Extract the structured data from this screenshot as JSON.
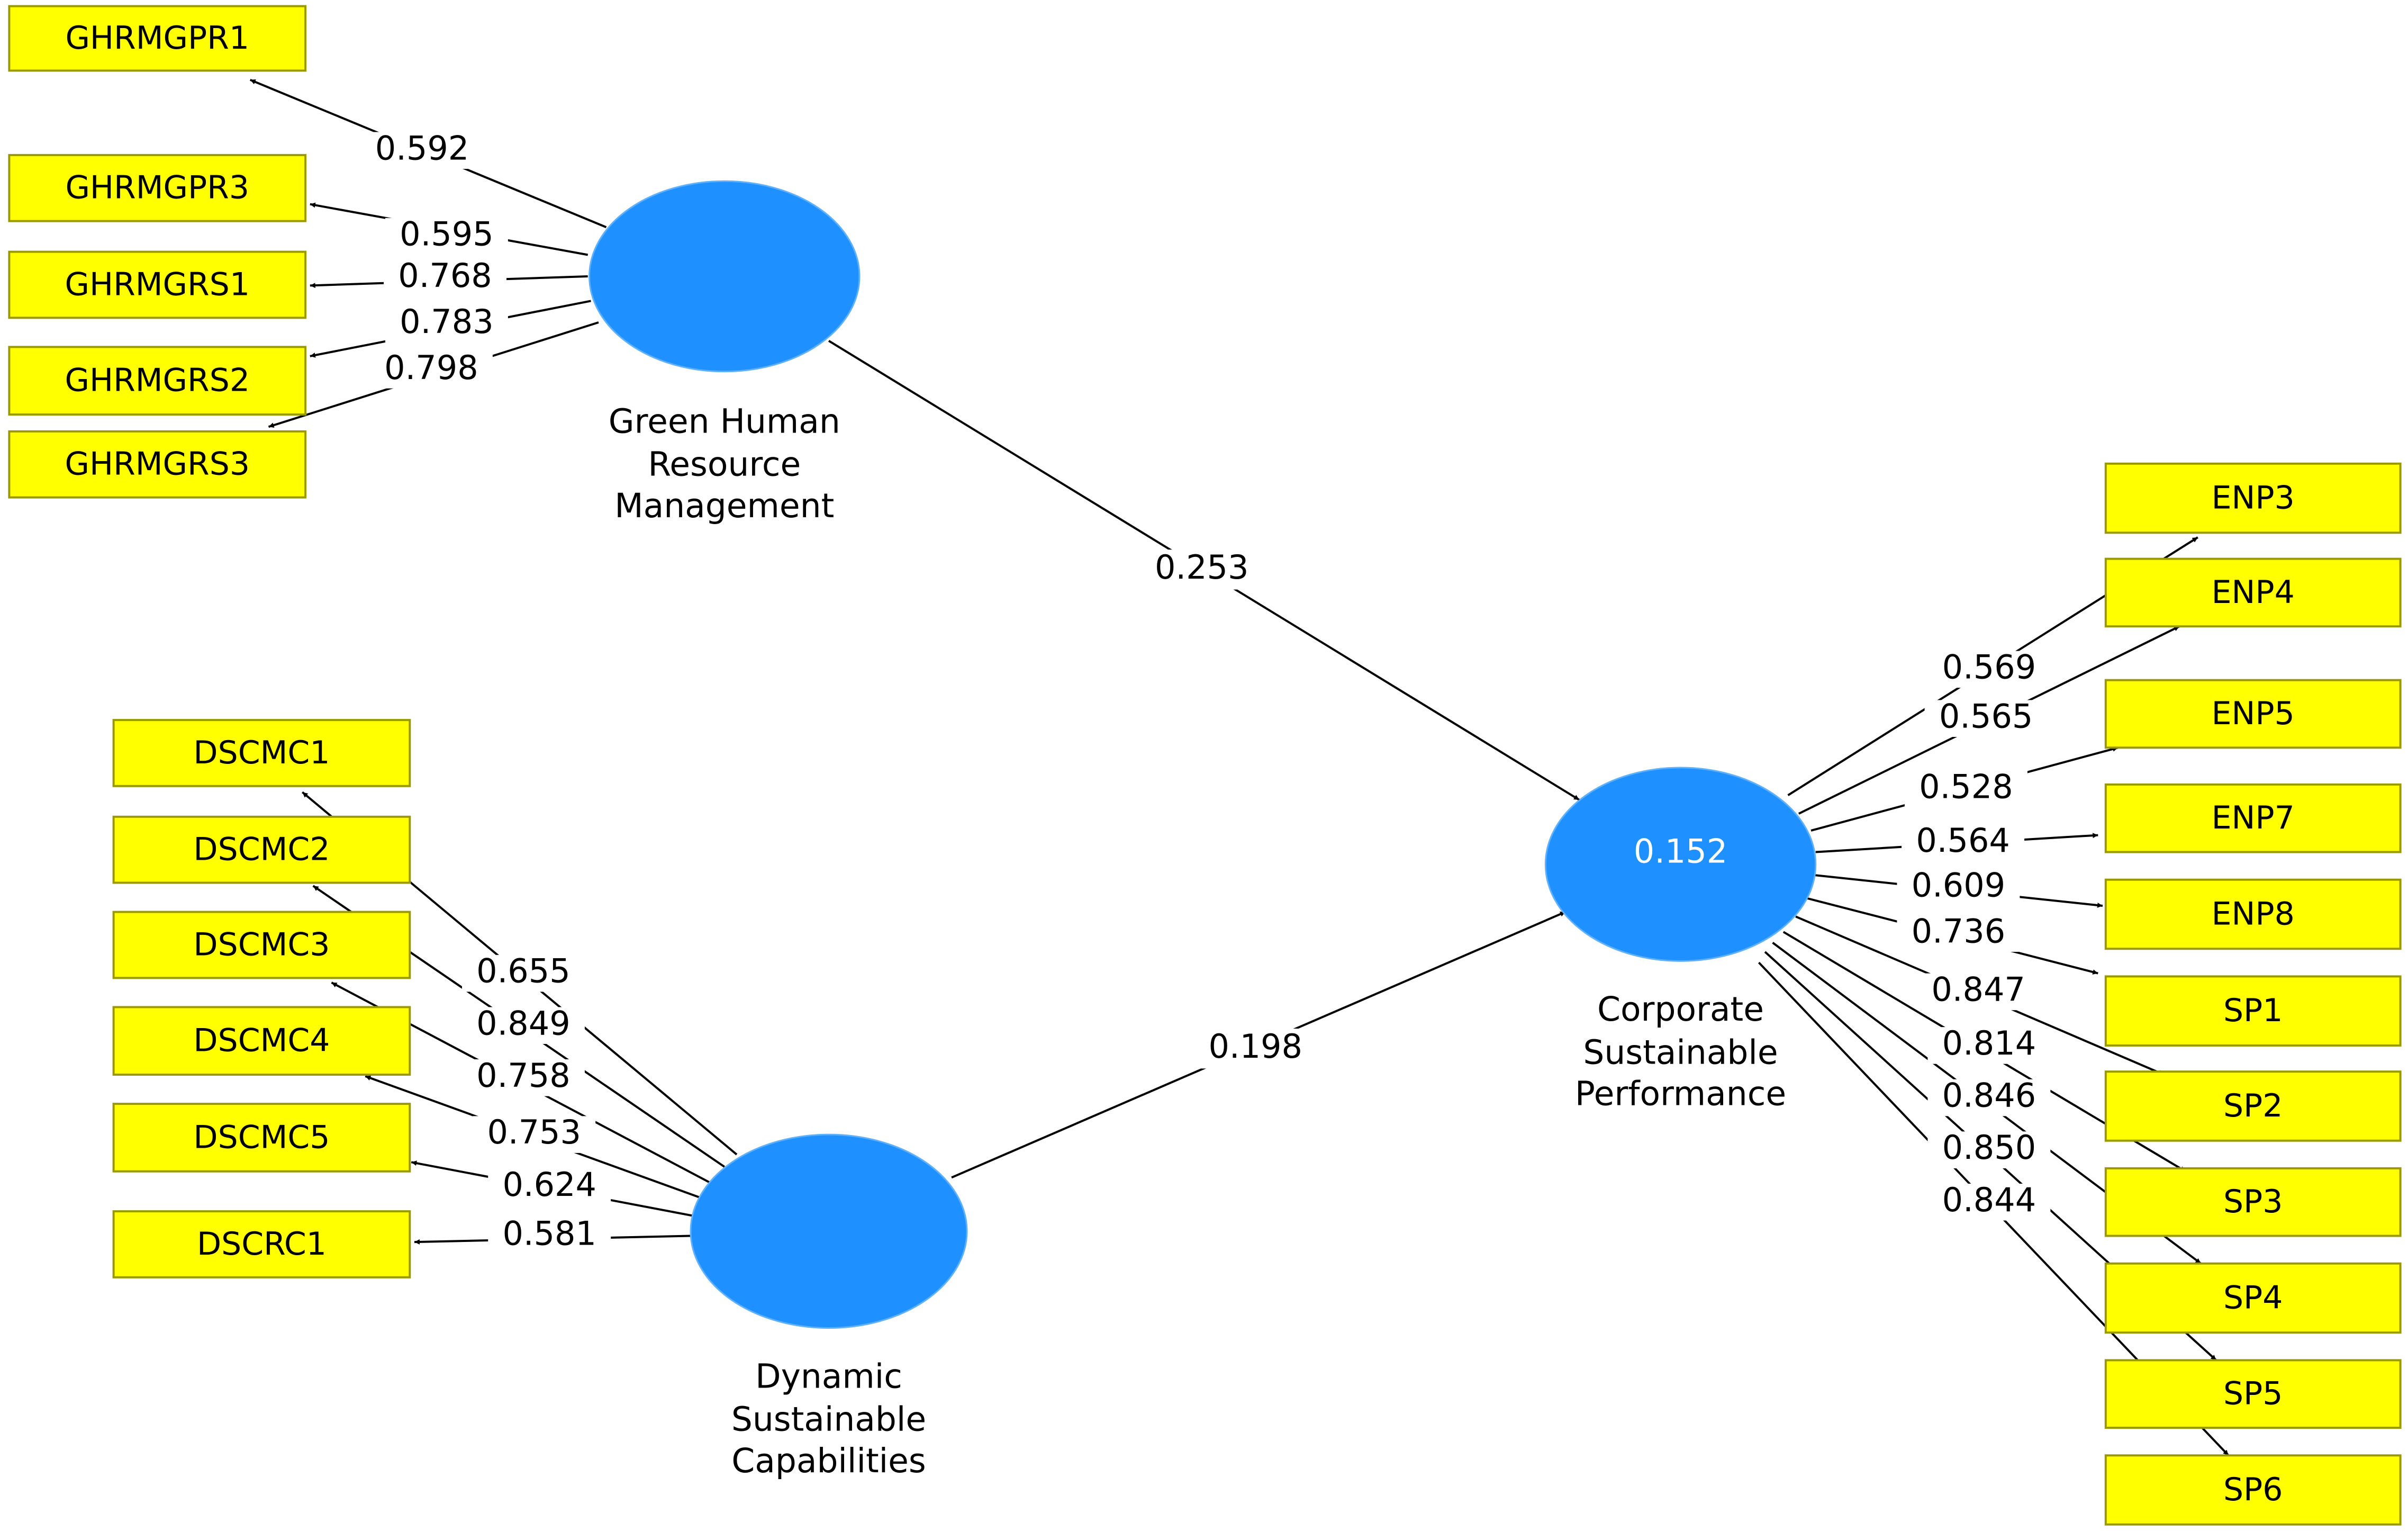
{
  "colors": {
    "indicator_fill": "#FFFF00",
    "indicator_border": "#9A9A00",
    "construct_fill": "#1E90FF",
    "line": "#000000"
  },
  "constructs": {
    "ghrm": {
      "lines": [
        "Green Human",
        "Resource",
        "Management"
      ]
    },
    "dsc": {
      "lines": [
        "Dynamic",
        "Sustainable",
        "Capabilities"
      ]
    },
    "csp": {
      "lines": [
        "Corporate",
        "Sustainable",
        "Performance"
      ],
      "r2": "0.152"
    }
  },
  "paths": {
    "ghrm_to_csp": "0.253",
    "dsc_to_csp": "0.198"
  },
  "indicators": {
    "ghrm": [
      {
        "name": "GHRMGPR1",
        "loading": "0.592"
      },
      {
        "name": "GHRMGPR3",
        "loading": "0.595"
      },
      {
        "name": "GHRMGRS1",
        "loading": "0.768"
      },
      {
        "name": "GHRMGRS2",
        "loading": "0.783"
      },
      {
        "name": "GHRMGRS3",
        "loading": "0.798"
      }
    ],
    "dsc": [
      {
        "name": "DSCMC1",
        "loading": "0.655"
      },
      {
        "name": "DSCMC2",
        "loading": "0.849"
      },
      {
        "name": "DSCMC3",
        "loading": "0.758"
      },
      {
        "name": "DSCMC4",
        "loading": "0.753"
      },
      {
        "name": "DSCMC5",
        "loading": "0.624"
      },
      {
        "name": "DSCRC1",
        "loading": "0.581"
      }
    ],
    "csp": [
      {
        "name": "ENP3",
        "loading": "0.569"
      },
      {
        "name": "ENP4",
        "loading": "0.565"
      },
      {
        "name": "ENP5",
        "loading": "0.528"
      },
      {
        "name": "ENP7",
        "loading": "0.564"
      },
      {
        "name": "ENP8",
        "loading": "0.609"
      },
      {
        "name": "SP1",
        "loading": "0.736"
      },
      {
        "name": "SP2",
        "loading": "0.847"
      },
      {
        "name": "SP3",
        "loading": "0.814"
      },
      {
        "name": "SP4",
        "loading": "0.846"
      },
      {
        "name": "SP5",
        "loading": "0.850"
      },
      {
        "name": "SP6",
        "loading": "0.844"
      }
    ]
  }
}
